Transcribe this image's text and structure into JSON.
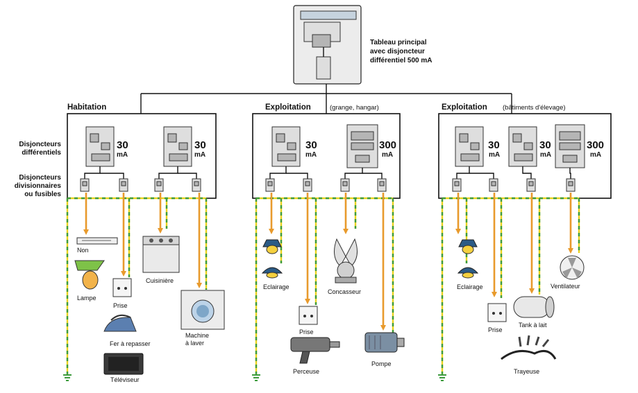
{
  "main_panel": {
    "lines": [
      "Tableau principal",
      "avec disjoncteur",
      "différentiel 500 mA"
    ]
  },
  "left_labels": {
    "differentiels": [
      "Disjoncteurs",
      "différentiels"
    ],
    "divisionnaires": [
      "Disjoncteurs",
      "divisionnaires",
      "ou fusibles"
    ]
  },
  "groups": [
    {
      "title": "Habitation",
      "subtitle": "",
      "breakers": [
        {
          "value": "30",
          "unit": "mA"
        },
        {
          "value": "30",
          "unit": "mA"
        }
      ],
      "loads": {
        "non": "Non",
        "lampe": "Lampe",
        "prise": "Prise",
        "fer": "Fer à repasser",
        "televiseur": "Téléviseur",
        "cuisiniere": "Cuisinière",
        "machine": [
          "Machine",
          "à laver"
        ]
      }
    },
    {
      "title": "Exploitation",
      "subtitle": "(grange, hangar)",
      "breakers": [
        {
          "value": "30",
          "unit": "mA"
        },
        {
          "value": "300",
          "unit": "mA"
        }
      ],
      "loads": {
        "eclairage": "Eclairage",
        "concasseur": "Concasseur",
        "prise": "Prise",
        "perceuse": "Perceuse",
        "pompe": "Pompe"
      }
    },
    {
      "title": "Exploitation",
      "subtitle": "(bâtiments d'élevage)",
      "breakers": [
        {
          "value": "30",
          "unit": "mA"
        },
        {
          "value": "30",
          "unit": "mA"
        },
        {
          "value": "300",
          "unit": "mA"
        }
      ],
      "loads": {
        "eclairage": "Eclairage",
        "ventilateur": "Ventilateur",
        "prise": "Prise",
        "tank": "Tank à lait",
        "trayeuse": "Trayeuse"
      }
    }
  ],
  "colors": {
    "phase": "#e89a2c",
    "earth_yellow": "#e8d21e",
    "earth_green": "#3d9b3d"
  }
}
